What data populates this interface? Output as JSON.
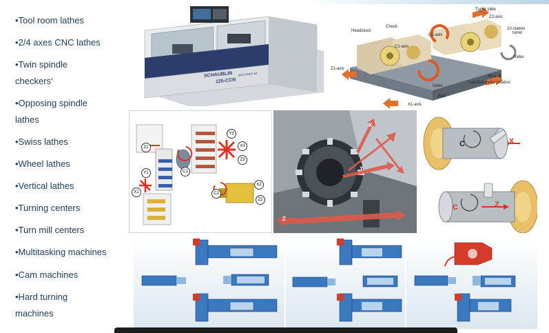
{
  "bullets": [
    "•Tool room lathes",
    "•2/4 axes CNC lathes",
    "•Twin spindle",
    "checkers‘",
    "•Opposing spindle",
    "lathes",
    "•Swiss lathes",
    "•Wheel lathes",
    "•Vertical lathes",
    "•Turning centers",
    "•Turn mill centers",
    "•Multitasking machines",
    "•Cam machines",
    "•Hard turning",
    "machines"
  ],
  "machine_photo": {
    "brand_label": "SCHAUBLIN",
    "brand_sub": "MACHINES SA",
    "model_label": "125-CCN"
  },
  "turret_diagram": {
    "labels": {
      "turret_slide": "Turret slide",
      "z2_axis": "Z2-axis",
      "ten_station": "10-station",
      "turret": "turret",
      "headstock": "Headstock",
      "chuck": "Chuck",
      "c2_axis": "C2-axis",
      "c1_axis": "C1-axis",
      "index_right": "Index",
      "z1_axis": "Z1-axis",
      "x2_axis": "X2-axis",
      "live_tool": "Live tool motor rotation",
      "index_bottom": "Index",
      "bed": "Bed",
      "x1_axis": "X1-axis"
    }
  },
  "axes_diagram": {
    "labels": [
      "Z1",
      "Y3",
      "X3",
      "Z3",
      "C1",
      "Y1",
      "X1",
      "C2",
      "X2",
      "Z2"
    ]
  },
  "turret_photo": {
    "labels": [
      "X",
      "Y",
      "Z"
    ]
  },
  "workpiece_diagram": {
    "labels": [
      "C",
      "X",
      "C",
      "Z"
    ]
  },
  "colors": {
    "bullet_text": "#1f3b5c",
    "axis_red": "#e03020",
    "panel_blue": "#dbe7ef",
    "spindle_blue": "#3a78c0"
  }
}
